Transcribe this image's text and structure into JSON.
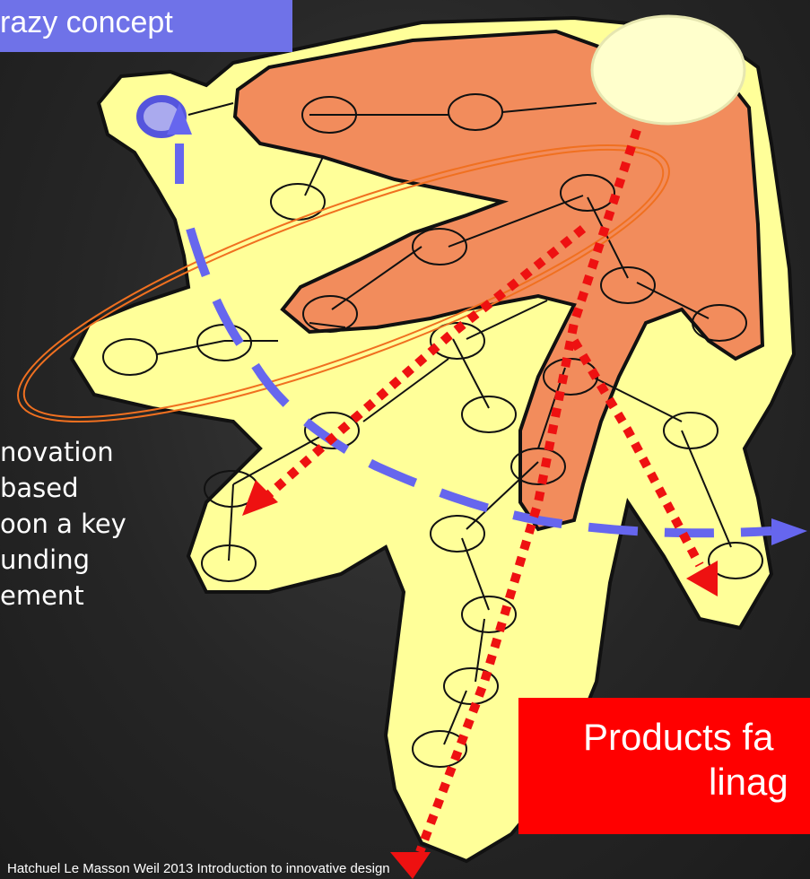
{
  "concept_label": "razy concept",
  "side_text": [
    "novation",
    "based",
    "oon a key",
    "unding",
    "ement"
  ],
  "products_label": {
    "line1": "Products fa",
    "line2": "linag"
  },
  "citation": "Hatchuel Le Masson Weil 2013 Introduction to innovative design",
  "colors": {
    "background": "#262626",
    "hand_fill": "#ffff99",
    "highlight_fill": "#f28c5c",
    "concept_box": "#6f72e8",
    "products_box": "#ff0000",
    "dashed_path": "#6666ee",
    "dotted_path": "#ee1111",
    "ellipse": "#f07020"
  }
}
